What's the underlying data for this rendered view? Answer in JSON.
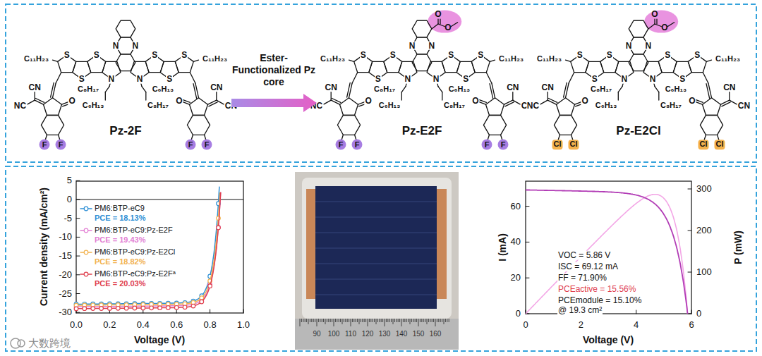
{
  "diagram": {
    "nodes": [
      {
        "text": [
          "Ester- Functionalized Pz core"
        ]
      }
    ],
    "labels": [
      "C₁₁H₂₃",
      "C₁₁H₂₃",
      "S",
      "S",
      "S",
      "S",
      "S",
      "S",
      "N",
      "N",
      "N",
      "N",
      "C₈H₁₇",
      "C₆H₁₃",
      "C₆H₁₃",
      "C₈H₁₇",
      "CN",
      "NC",
      "CN",
      "CN",
      "O",
      "O",
      "F",
      "F",
      "F",
      "F",
      "Pz-2F",
      "C₁₁H₂₃",
      "C₁₁H₂₃",
      "S",
      "S",
      "S",
      "S",
      "S",
      "S",
      "N",
      "N",
      "N",
      "N",
      "C₈H₁₇",
      "C₆H₁₃",
      "C₆H₁₃",
      "C₈H₁₇",
      "CN",
      "NC",
      "CN",
      "CN",
      "O",
      "O",
      "F",
      "F",
      "F",
      "F",
      "O",
      "O",
      "Pz-E2F",
      "C₁₁H₂₃",
      "C₁₁H₂₃",
      "S",
      "S",
      "S",
      "S",
      "S",
      "S",
      "N",
      "N",
      "N",
      "N",
      "C₈H₁₇",
      "C₆H₁₃",
      "C₆H₁₃",
      "C₈H₁₇",
      "CN",
      "NC",
      "CN",
      "CN",
      "O",
      "O",
      "Cl",
      "Cl",
      "Cl",
      "Cl",
      "O",
      "O",
      "Pz-E2Cl",
      "5",
      "0",
      "-5",
      "-10",
      "-15",
      "-20",
      "-25",
      "-30",
      "0.0",
      "0.2",
      "0.4",
      "0.6",
      "0.8",
      "1.0",
      "Current density (mA/cm²)",
      "Voltage (V)",
      "PCE = 18.13%",
      "PCE = 19.43%",
      "PCE = 18.82%",
      "PCE = 20.03%",
      "90",
      "100",
      "110",
      "120",
      "130",
      "140",
      "150",
      "160",
      "0",
      "20",
      "40",
      "60",
      "0",
      "100",
      "200",
      "300",
      "0",
      "2",
      "4",
      "6",
      "I (mA)",
      "P (mW)",
      "Voltage (V)",
      "VOC = 5.86 V",
      "ISC = 69.12 mA",
      "FF = 71.90%",
      "PCEactive = 15.56%",
      "PCEmodule = 15.10%",
      "@ 19.3 cm²",
      "大数跨境"
    ],
    "legend": [
      {
        "text": "PM6:BTP-eC9"
      },
      {
        "text": "PM6:BTP-eC9:Pz-E2F"
      },
      {
        "text": "PM6:BTP-eC9:Pz-E2Cl"
      },
      {
        "text": "PM6:BTP-eC9:Pz-E2Fᵃ"
      }
    ]
  }
}
